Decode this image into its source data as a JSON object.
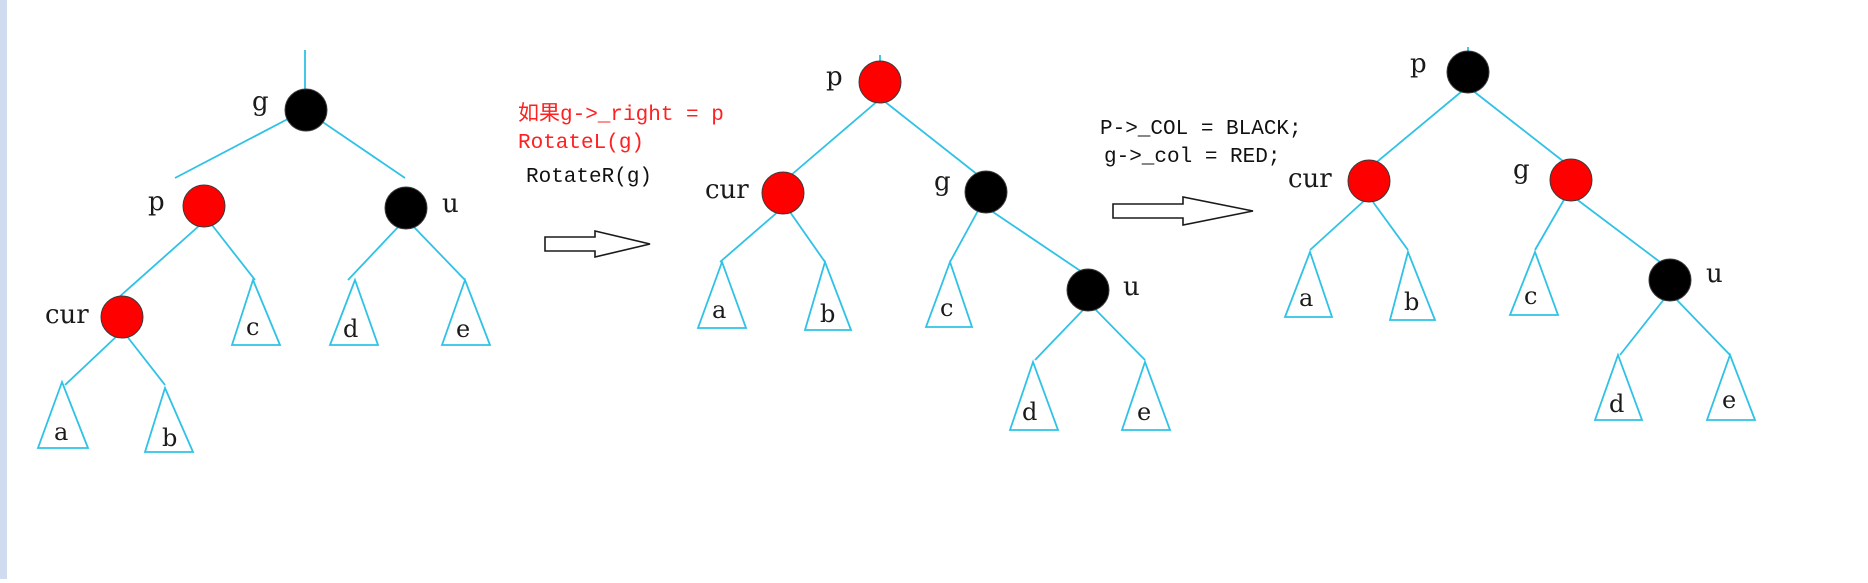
{
  "colors": {
    "edge": "#2fc2e6",
    "red_node": "#ff0000",
    "black_node": "#000000",
    "note_red": "#ff2020",
    "text": "#1a1a1a"
  },
  "diagrams": [
    {
      "name": "before",
      "node_labels": {
        "g": "g",
        "p": "p",
        "u": "u",
        "cur": "cur"
      },
      "node_colors": {
        "g": "black",
        "p": "red",
        "u": "black",
        "cur": "red"
      },
      "subtrees": [
        "a",
        "b",
        "c",
        "d",
        "e"
      ]
    },
    {
      "name": "after-rotation",
      "node_labels": {
        "p": "p",
        "cur": "cur",
        "g": "g",
        "u": "u"
      },
      "node_colors": {
        "p": "red",
        "cur": "red",
        "g": "black",
        "u": "black"
      },
      "subtrees": [
        "a",
        "b",
        "c",
        "d",
        "e"
      ]
    },
    {
      "name": "after-recolor",
      "node_labels": {
        "p": "p",
        "cur": "cur",
        "g": "g",
        "u": "u"
      },
      "node_colors": {
        "p": "black",
        "cur": "red",
        "g": "red",
        "u": "black"
      },
      "subtrees": [
        "a",
        "b",
        "c",
        "d",
        "e"
      ]
    }
  ],
  "notes": {
    "rotate_condition": "如果g->_right = p",
    "rotate_left": "RotateL(g)",
    "rotate_right": "RotateR(g)",
    "recolor_parent": "P->_COL = BLACK;",
    "recolor_grandparent": "g->_col = RED;"
  },
  "arrows": [
    "right-arrow",
    "right-arrow"
  ]
}
